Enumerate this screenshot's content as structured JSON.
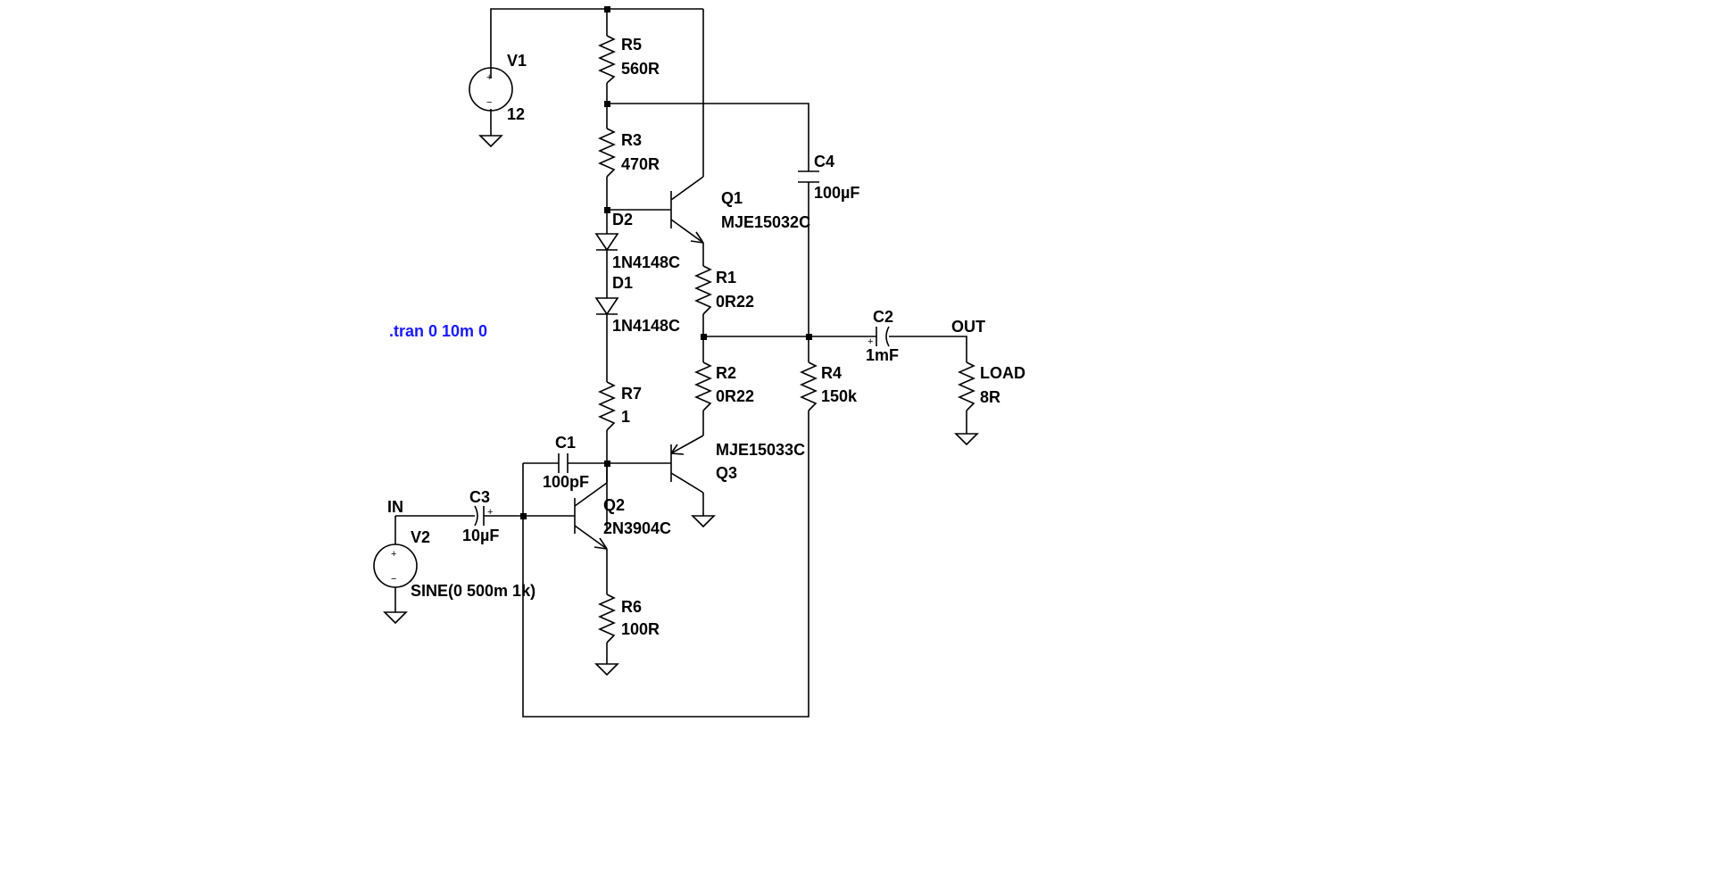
{
  "schematic": {
    "directive": ".tran 0 10m 0",
    "net_labels": {
      "in": "IN",
      "out": "OUT"
    },
    "components": {
      "V1": {
        "name": "V1",
        "value": "12"
      },
      "V2": {
        "name": "V2",
        "value": "SINE(0 500m 1k)"
      },
      "R5": {
        "name": "R5",
        "value": "560R"
      },
      "R3": {
        "name": "R3",
        "value": "470R"
      },
      "R1": {
        "name": "R1",
        "value": "0R22"
      },
      "R2": {
        "name": "R2",
        "value": "0R22"
      },
      "R4": {
        "name": "R4",
        "value": "150k"
      },
      "R7": {
        "name": "R7",
        "value": "1"
      },
      "R6": {
        "name": "R6",
        "value": "100R"
      },
      "LOAD": {
        "name": "LOAD",
        "value": "8R"
      },
      "C1": {
        "name": "C1",
        "value": "100pF"
      },
      "C2": {
        "name": "C2",
        "value": "1mF"
      },
      "C3": {
        "name": "C3",
        "value": "10µF"
      },
      "C4": {
        "name": "C4",
        "value": "100µF"
      },
      "D1": {
        "name": "D1",
        "value": "1N4148C"
      },
      "D2": {
        "name": "D2",
        "value": "1N4148C"
      },
      "Q1": {
        "name": "Q1",
        "value": "MJE15032C"
      },
      "Q2": {
        "name": "Q2",
        "value": "2N3904C"
      },
      "Q3": {
        "name": "Q3",
        "value": "MJE15033C"
      }
    },
    "polarity_plus": "+",
    "polarity_minus": "−"
  }
}
